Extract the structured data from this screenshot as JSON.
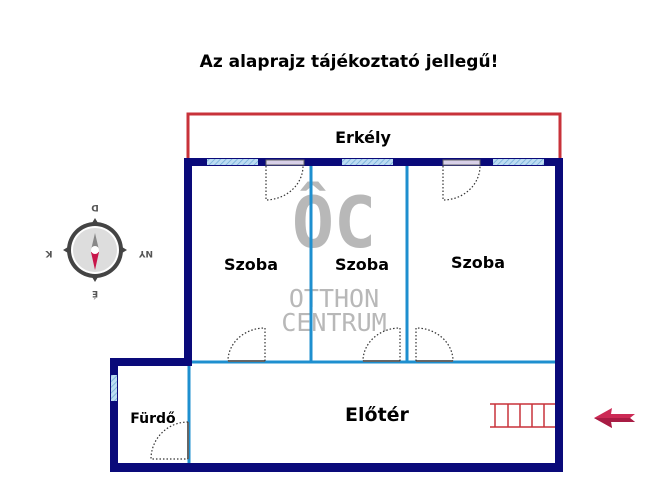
{
  "title": "Az alaprajz tájékoztató jellegű!",
  "rooms": {
    "balcony": "Erkély",
    "room1": "Szoba",
    "room2": "Szoba",
    "room3": "Szoba",
    "bathroom": "Fürdő",
    "hall": "Előtér"
  },
  "watermark": {
    "mark": "ÔC",
    "line1": "OTTHON",
    "line2": "CENTRUM"
  },
  "compass": {
    "north": "D",
    "south": "É",
    "east": "NY",
    "west": "K"
  },
  "colors": {
    "outer_wall": "#0a0a7a",
    "inner_wall": "#1e8fcf",
    "balcony": "#c8323a",
    "window": "#9cc8e8",
    "arrow": "#cc2a55"
  }
}
